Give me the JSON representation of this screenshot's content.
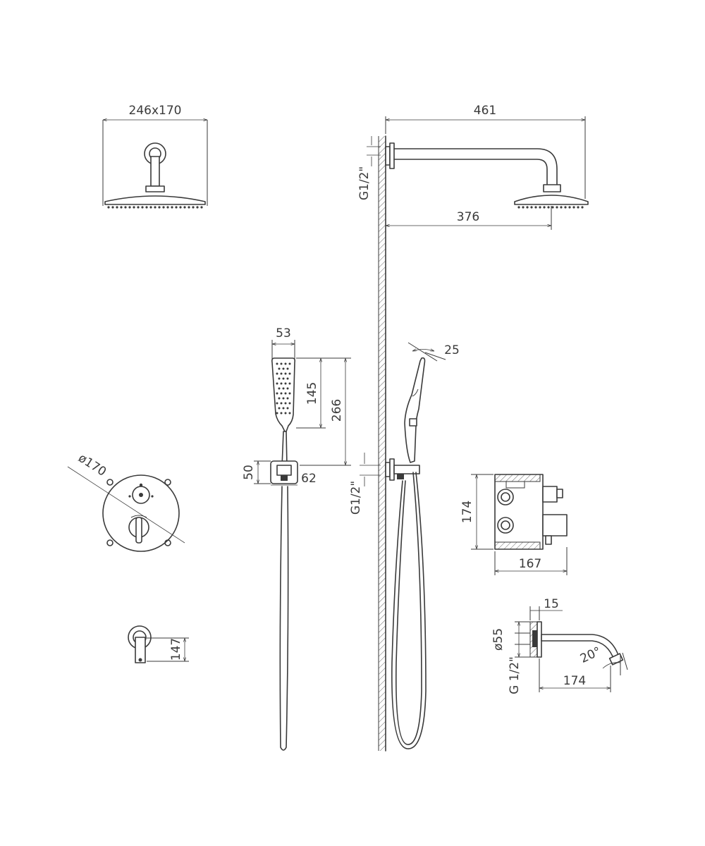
{
  "dimensions": {
    "rain_head_size": "246x170",
    "arm_overall_length": "461",
    "arm_thread_top": "G1/2\"",
    "arm_projection": "376",
    "hand_shower_width": "53",
    "hand_shower_head_length": "145",
    "hand_shower_total_length": "266",
    "bracket_height": "50",
    "bracket_width": "62",
    "hand_shower_tilt": "25",
    "outlet_thread": "G1/2\"",
    "plate_diameter": "ø170",
    "box_height": "174",
    "box_depth": "167",
    "spout_flange_thickness": "15",
    "spout_flange_diameter": "ø55",
    "spout_thread": "G 1/2\"",
    "spout_angle": "20°",
    "spout_projection": "174",
    "spout_front_height": "147"
  },
  "icons": [
    "rain-shower-icon",
    "hand-shower-icon",
    "spout-icon"
  ]
}
